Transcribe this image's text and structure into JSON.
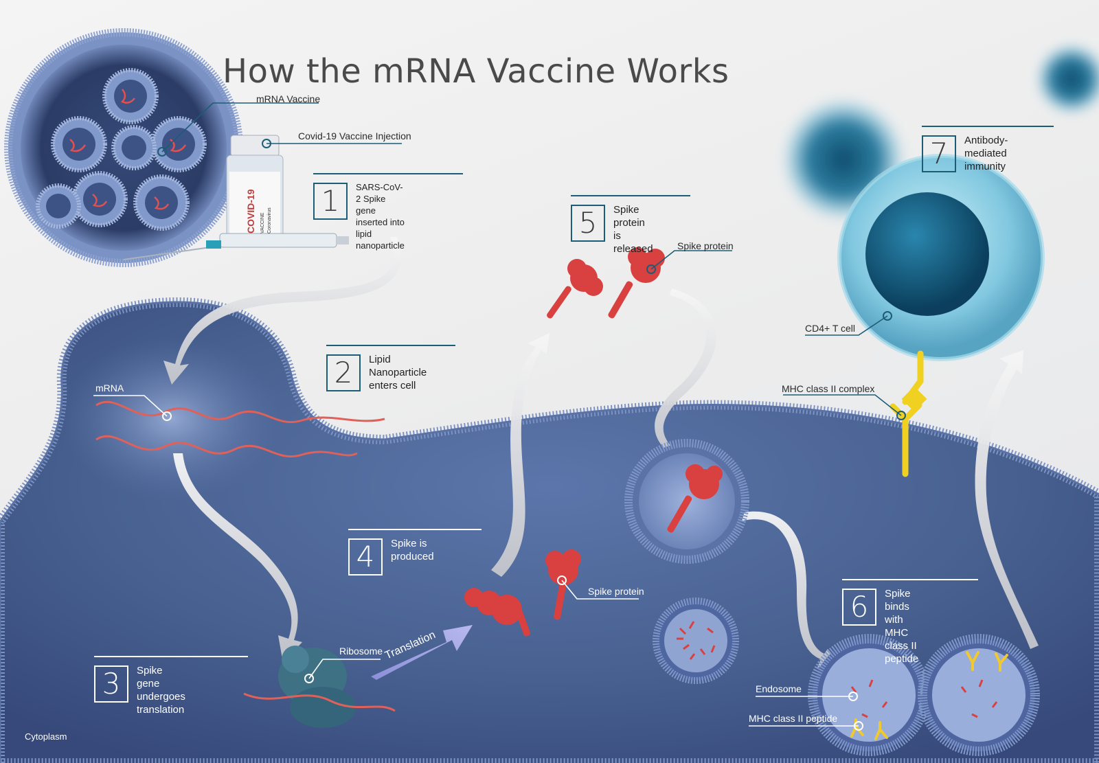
{
  "title": "How the mRNA Vaccine Works",
  "steps": [
    {
      "num": "1",
      "text": "SARS-CoV-2 Spike gene\ninserted into lipid\nnanoparticle"
    },
    {
      "num": "2",
      "text": "Lipid Nanoparticle\nenters cell"
    },
    {
      "num": "3",
      "text": "Spike gene undergoes\ntranslation"
    },
    {
      "num": "4",
      "text": "Spike is produced"
    },
    {
      "num": "5",
      "text": "Spike protein is\nreleased"
    },
    {
      "num": "6",
      "text": "Spike binds with MHC\nclass II peptide"
    },
    {
      "num": "7",
      "text": "Antibody-mediated\nimmunity"
    }
  ],
  "labels": {
    "mrna_vaccine": "mRNA Vaccine",
    "vaccine_injection": "Covid-19 Vaccine Injection",
    "mrna": "mRNA",
    "ribosome": "Ribosome",
    "translation": "Translation",
    "spike_protein_inside": "Spike protein",
    "spike_protein_outside": "Spike protein",
    "cd4_t_cell": "CD4+ T cell",
    "mhc_complex": "MHC class II complex",
    "endosome": "Endosome",
    "mhc_peptide": "MHC class II peptide",
    "cytoplasm": "Cytoplasm"
  },
  "vial": {
    "brand": "COVID-19",
    "line1": "VACCINE",
    "line2": "Coronavirus"
  },
  "colors": {
    "cell": "#4a6294",
    "membrane": "#6f86b8",
    "spike": "#d94040",
    "tcell": "#1c6c8e",
    "mhc": "#f0d020",
    "rule": "#1c5c75"
  }
}
